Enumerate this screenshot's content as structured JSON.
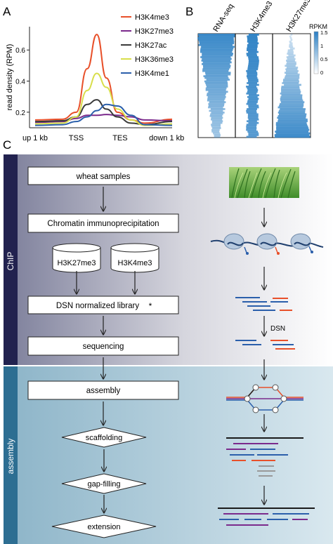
{
  "panels": {
    "a": "A",
    "b": "B",
    "c": "C"
  },
  "colors": {
    "h3k4me3": "#e8502a",
    "h3k27me3": "#7b2a8c",
    "h3k27ac": "#3a3a3a",
    "h3k36me3": "#d8de4a",
    "h3k4me1": "#2b5fab",
    "heat": "#2a7fc4",
    "chip_band": "#22224f",
    "assembly_band": "#2d6e92"
  },
  "chart_data": {
    "type": "line",
    "ylabel": "read density (RPM)",
    "xticks": [
      "up 1 kb",
      "TSS",
      "TES",
      "down 1 kb"
    ],
    "yticks": [
      "0.2",
      "0.4",
      "0.6"
    ],
    "ylim": [
      0.1,
      0.75
    ],
    "x": [
      0,
      0.2,
      0.3,
      0.38,
      0.45,
      0.52,
      0.6,
      0.7,
      0.8,
      1.0
    ],
    "series": [
      {
        "name": "H3K4me3",
        "values": [
          0.15,
          0.155,
          0.2,
          0.48,
          0.7,
          0.42,
          0.2,
          0.15,
          0.13,
          0.155
        ]
      },
      {
        "name": "H3K27me3",
        "values": [
          0.135,
          0.14,
          0.16,
          0.18,
          0.18,
          0.185,
          0.18,
          0.17,
          0.15,
          0.145
        ]
      },
      {
        "name": "H3K27ac",
        "values": [
          0.14,
          0.145,
          0.17,
          0.25,
          0.28,
          0.22,
          0.17,
          0.13,
          0.12,
          0.14
        ]
      },
      {
        "name": "H3K36me3",
        "values": [
          0.125,
          0.13,
          0.17,
          0.34,
          0.45,
          0.36,
          0.22,
          0.15,
          0.115,
          0.125
        ]
      },
      {
        "name": "H3K4me1",
        "values": [
          0.115,
          0.12,
          0.14,
          0.17,
          0.21,
          0.25,
          0.24,
          0.18,
          0.12,
          0.115
        ]
      }
    ]
  },
  "heatmap": {
    "columns": [
      "RNA-seq",
      "H3K4me3",
      "H3K27me3"
    ],
    "colorbar_title": "RPKM",
    "colorbar_ticks": [
      "1.5",
      "1",
      "0.5",
      "0"
    ]
  },
  "workflow": {
    "band_chip": "ChIP",
    "band_assembly": "assembly",
    "steps": {
      "wheat": "wheat samples",
      "chromatin": "Chromatin immunoprecipitation",
      "k27": "H3K27me3",
      "k4": "H3K4me3",
      "dsn_lib": "DSN normalized library",
      "asterisk": "*",
      "seq": "sequencing",
      "assembly": "assembly",
      "scaffold": "scaffolding",
      "gapfill": "gap-filling",
      "extension": "extension"
    },
    "dsn_label": "DSN"
  }
}
